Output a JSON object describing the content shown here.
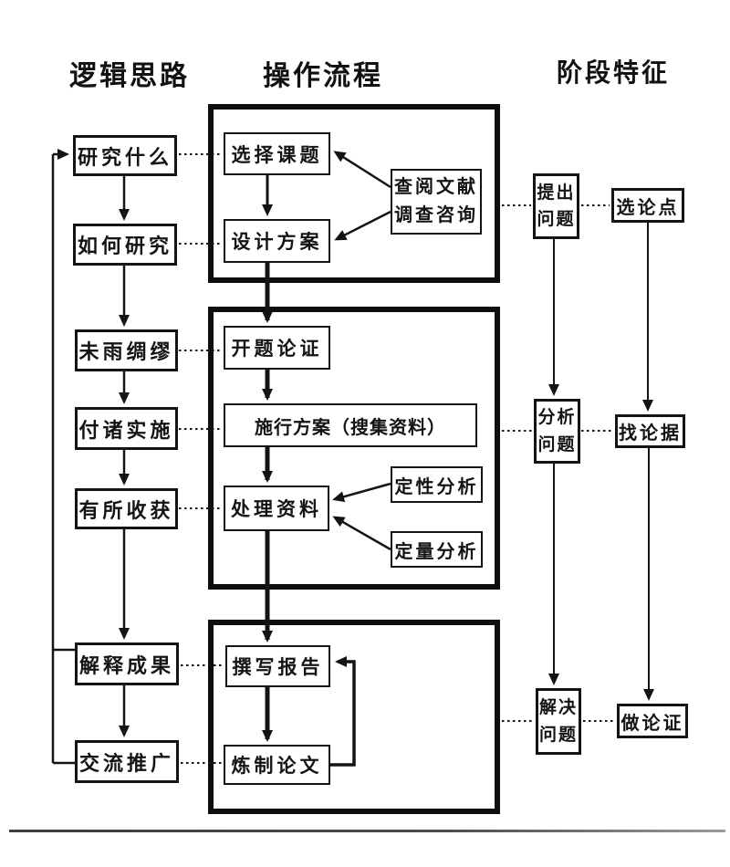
{
  "headers": {
    "logic": "逻辑思路",
    "process": "操作流程",
    "stage": "阶段特征"
  },
  "logic_column": {
    "items": [
      {
        "label": "研究什么"
      },
      {
        "label": "如何研究"
      },
      {
        "label": "未雨绸缪"
      },
      {
        "label": "付诸实施"
      },
      {
        "label": "有所收获"
      },
      {
        "label": "解释成果"
      },
      {
        "label": "交流推广"
      }
    ]
  },
  "process_column": {
    "groups": [
      {
        "items": [
          {
            "label": "选择课题"
          },
          {
            "label": "设计方案"
          },
          {
            "label": "查阅文献\n调查咨询"
          }
        ]
      },
      {
        "items": [
          {
            "label": "开题论证"
          },
          {
            "label": "施行方案（搜集资料）"
          },
          {
            "label": "处理资料"
          },
          {
            "label": "定性分析"
          },
          {
            "label": "定量分析"
          }
        ]
      },
      {
        "items": [
          {
            "label": "撰写报告"
          },
          {
            "label": "炼制论文"
          }
        ]
      }
    ]
  },
  "stage_column": {
    "rows": [
      {
        "stage": "提出\n问题",
        "task": "选论点"
      },
      {
        "stage": "分析\n问题",
        "task": "找论据"
      },
      {
        "stage": "解决\n问题",
        "task": "做论证"
      }
    ]
  },
  "colors": {
    "ink": "#141414",
    "paper": "#ffffff",
    "rule": "#4a4a4a"
  }
}
